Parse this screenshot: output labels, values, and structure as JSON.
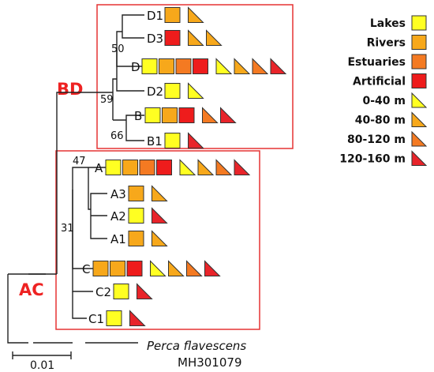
{
  "colors": {
    "Lakes": "#ffff22",
    "Rivers": "#f7a81b",
    "Estuaries": "#f47a22",
    "Artificial": "#ee1c1c",
    "0-40 m": "#ffff22",
    "40-80 m": "#f7a81b",
    "80-120 m": "#f47a22",
    "120-160 m": "#e8242a",
    "group_box": "#e53333",
    "group_label": "#ee2222"
  },
  "legend": {
    "habitats": [
      "Lakes",
      "Rivers",
      "Estuaries",
      "Artificial"
    ],
    "depths": [
      "0-40 m",
      "40-80 m",
      "80-120 m",
      "120-160 m"
    ]
  },
  "groups": {
    "bd": "BD",
    "ac": "AC"
  },
  "tips": [
    {
      "label": "D1",
      "habitats": [
        "Rivers"
      ],
      "depths": [
        "40-80 m"
      ]
    },
    {
      "label": "D3",
      "habitats": [
        "Artificial"
      ],
      "depths": [
        "40-80 m",
        "40-80 m"
      ]
    },
    {
      "label": "D",
      "habitats": [
        "Lakes",
        "Rivers",
        "Estuaries",
        "Artificial"
      ],
      "depths": [
        "0-40 m",
        "40-80 m",
        "80-120 m",
        "120-160 m"
      ]
    },
    {
      "label": "D2",
      "habitats": [
        "Lakes"
      ],
      "depths": [
        "0-40 m"
      ]
    },
    {
      "label": "B",
      "habitats": [
        "Lakes",
        "Rivers",
        "Artificial"
      ],
      "depths": [
        "80-120 m",
        "120-160 m"
      ]
    },
    {
      "label": "B1",
      "habitats": [
        "Lakes"
      ],
      "depths": [
        "120-160 m"
      ]
    },
    {
      "label": "A",
      "habitats": [
        "Lakes",
        "Rivers",
        "Estuaries",
        "Artificial"
      ],
      "depths": [
        "0-40 m",
        "40-80 m",
        "80-120 m",
        "120-160 m"
      ]
    },
    {
      "label": "A3",
      "habitats": [
        "Rivers"
      ],
      "depths": [
        "40-80 m"
      ]
    },
    {
      "label": "A2",
      "habitats": [
        "Lakes"
      ],
      "depths": [
        "120-160 m"
      ]
    },
    {
      "label": "A1",
      "habitats": [
        "Rivers"
      ],
      "depths": [
        "40-80 m"
      ]
    },
    {
      "label": "C",
      "habitats": [
        "Rivers",
        "Rivers",
        "Artificial"
      ],
      "depths": [
        "0-40 m",
        "40-80 m",
        "80-120 m",
        "120-160 m"
      ]
    },
    {
      "label": "C2",
      "habitats": [
        "Lakes"
      ],
      "depths": [
        "120-160 m"
      ]
    },
    {
      "label": "C1",
      "habitats": [
        "Lakes"
      ],
      "depths": [
        "120-160 m"
      ]
    }
  ],
  "support": [
    "50",
    "59",
    "66",
    "47",
    "31"
  ],
  "outgroup": {
    "species": "Perca flavescens",
    "accession": "MH301079"
  },
  "scale": {
    "label": "0.01"
  }
}
